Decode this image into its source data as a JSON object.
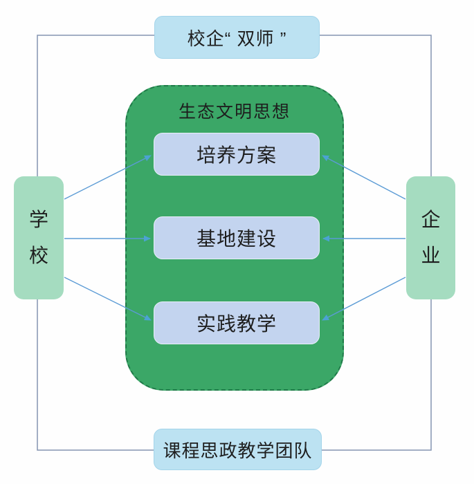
{
  "banners": {
    "top": "校企“ 双师 ”",
    "bottom": "课程思政教学团队"
  },
  "sides": {
    "school": {
      "label": "学校",
      "chars": [
        "学",
        "校"
      ]
    },
    "enterprise": {
      "label": "企业",
      "chars": [
        "企",
        "业"
      ]
    }
  },
  "center": {
    "heading": "生态文明思想",
    "nodes": [
      {
        "label": "培养方案"
      },
      {
        "label": "基地建设"
      },
      {
        "label": "实践教学"
      }
    ]
  },
  "colors": {
    "green_fill": "#3BA767",
    "green_border": "#1F7A48",
    "mint_fill": "#A5DCC0",
    "sky_fill": "#BCE2F2",
    "sky_border": "#A3D4EA",
    "node_fill": "#C3D4EF",
    "node_border": "#E9EFF9",
    "frame_line": "#8494B0",
    "arrow_line": "#5B9BD5",
    "arrow_head": "#4BA3D3",
    "text": "#1E1E1E"
  }
}
